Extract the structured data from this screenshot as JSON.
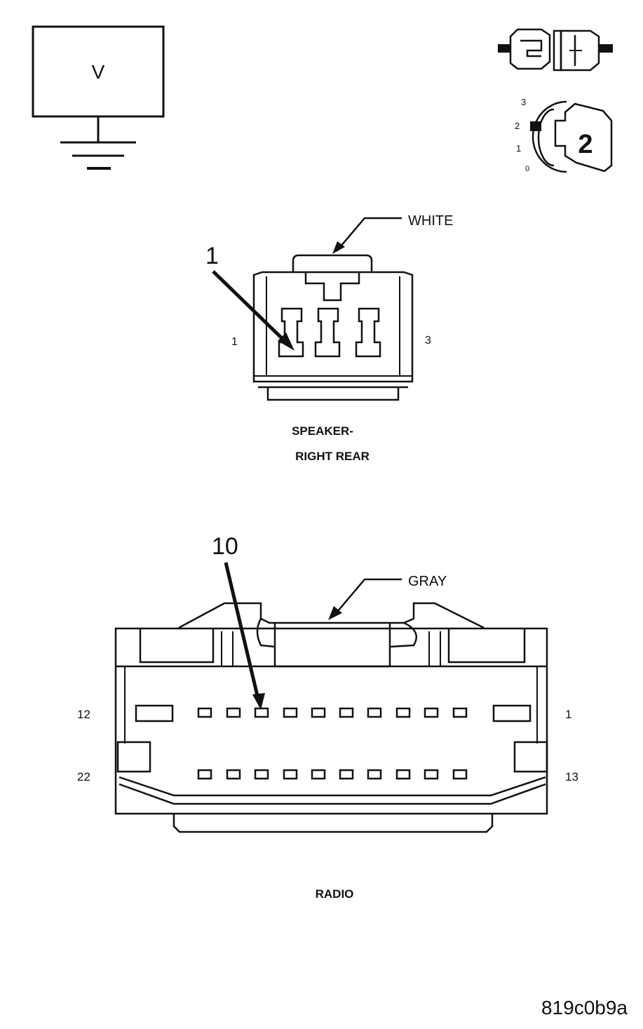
{
  "meter": {
    "symbol": "V"
  },
  "ignition": {
    "positions": [
      "3",
      "2",
      "1",
      "0"
    ],
    "selected": "2"
  },
  "speaker_connector": {
    "color_callout": "WHITE",
    "pin_callout": "1",
    "left_pin": "1",
    "right_pin": "3",
    "title_line1": "SPEAKER-",
    "title_line2": "RIGHT REAR"
  },
  "radio_connector": {
    "color_callout": "GRAY",
    "pin_callout": "10",
    "top_left_pin": "12",
    "top_right_pin": "1",
    "bottom_left_pin": "22",
    "bottom_right_pin": "13",
    "title": "RADIO"
  },
  "figure_id": "819c0b9a"
}
